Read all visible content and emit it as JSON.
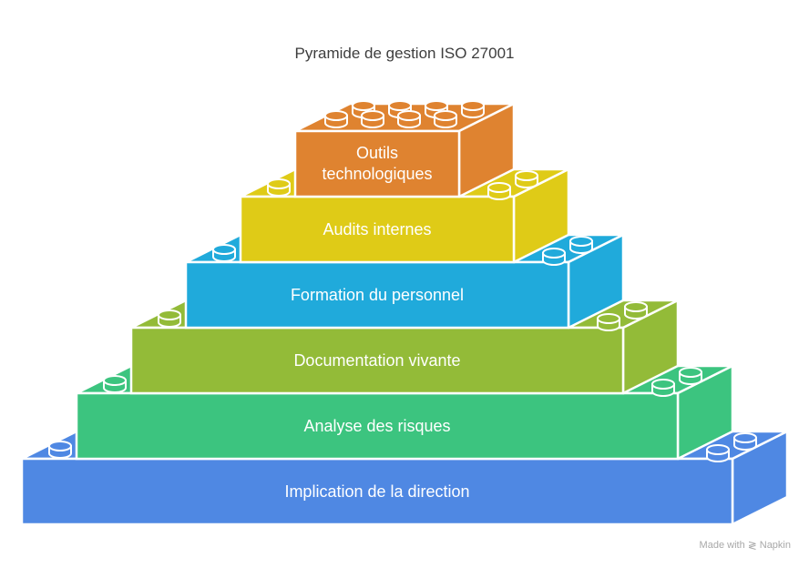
{
  "title": "Pyramide de gestion ISO 27001",
  "levels": [
    {
      "label": "Implication de la direction",
      "color": "#4f88e3"
    },
    {
      "label": "Analyse des risques",
      "color": "#3cc47f"
    },
    {
      "label": "Documentation vivante",
      "color": "#93bb38"
    },
    {
      "label": "Formation du personnel",
      "color": "#20aadb"
    },
    {
      "label": "Audits internes",
      "color": "#dfcb17"
    },
    {
      "label": "Outils technologiques",
      "color": "#df8330"
    }
  ],
  "credit": {
    "text": "Made with",
    "brand": "Napkin",
    "icon": "napkin-logo-icon"
  }
}
